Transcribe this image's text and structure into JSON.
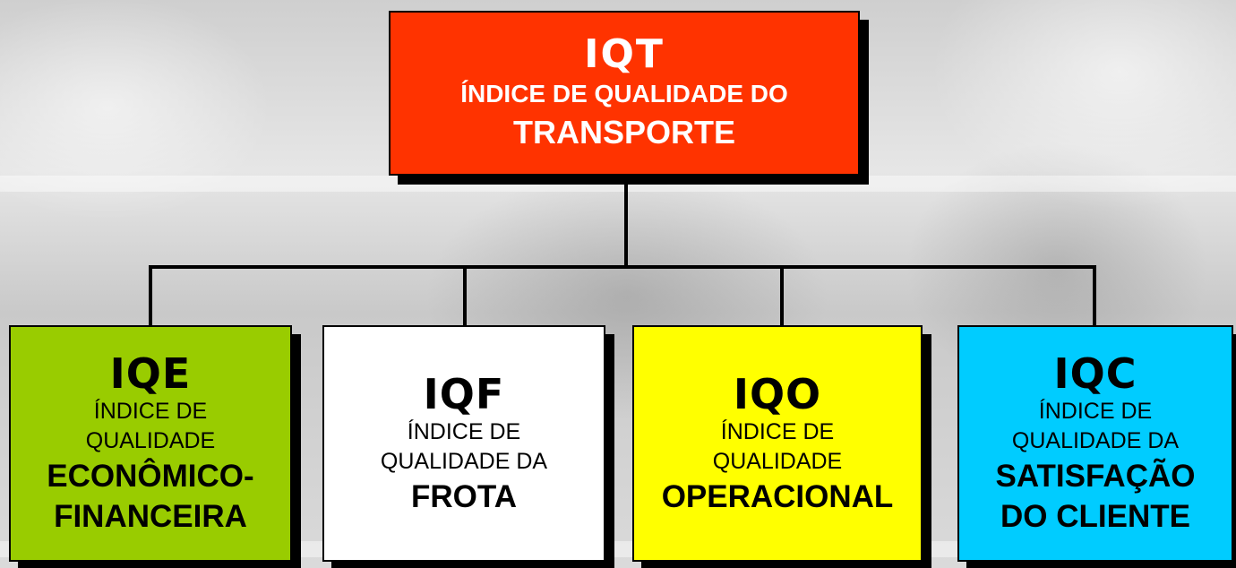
{
  "top": {
    "abbr": "IQT",
    "line1": "ÍNDICE DE QUALIDADE DO",
    "line2": "TRANSPORTE",
    "color": "#ff3300"
  },
  "children": [
    {
      "abbr": "IQE",
      "line1": "ÍNDICE DE",
      "line2": "QUALIDADE",
      "emph1": "ECONÔMICO-",
      "emph2": "FINANCEIRA",
      "color": "#99cc00"
    },
    {
      "abbr": "IQF",
      "line1": "ÍNDICE DE",
      "line2": "QUALIDADE DA",
      "emph1": "FROTA",
      "color": "#ffffff"
    },
    {
      "abbr": "IQO",
      "line1": "ÍNDICE DE",
      "line2": "QUALIDADE",
      "emph1": "OPERACIONAL",
      "color": "#ffff00"
    },
    {
      "abbr": "IQC",
      "line1": "ÍNDICE DE",
      "line2": "QUALIDADE DA",
      "emph1": "SATISFAÇÃO",
      "emph2": "DO CLIENTE",
      "color": "#00ccff"
    }
  ]
}
